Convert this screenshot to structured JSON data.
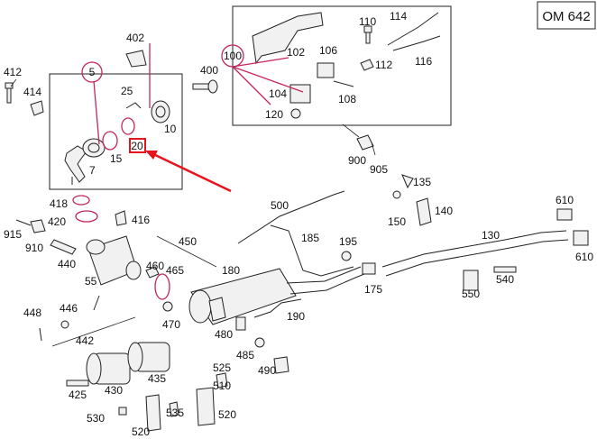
{
  "engine_label": "OM 642",
  "group_labels": {
    "group_5": "5",
    "group_100": "100"
  },
  "highlight_label": "20",
  "callouts": {
    "c402": "402",
    "c412": "412",
    "c414": "414",
    "c25": "25",
    "c400": "400",
    "c10": "10",
    "c15": "15",
    "c7": "7",
    "c114": "114",
    "c102": "102",
    "c110": "110",
    "c106": "106",
    "c112": "112",
    "c116": "116",
    "c104": "104",
    "c108": "108",
    "c120": "120",
    "c900": "900",
    "c905": "905",
    "c135": "135",
    "c150": "150",
    "c140": "140",
    "c610a": "610",
    "c610b": "610",
    "c130": "130",
    "c418": "418",
    "c420": "420",
    "c416": "416",
    "c915": "915",
    "c910": "910",
    "c450": "450",
    "c500": "500",
    "c185": "185",
    "c195": "195",
    "c440": "440",
    "c460": "460",
    "c465": "465",
    "c180": "180",
    "c55": "55",
    "c175": "175",
    "c550": "550",
    "c540": "540",
    "c448": "448",
    "c446": "446",
    "c470": "470",
    "c190": "190",
    "c442": "442",
    "c480": "480",
    "c485": "485",
    "c490": "490",
    "c425": "425",
    "c430": "430",
    "c435": "435",
    "c525": "525",
    "c510": "510",
    "c530": "530",
    "c535": "535",
    "c520a": "520",
    "c520b": "520"
  },
  "colors": {
    "highlight": "#c4275a",
    "arrow": "#e8141c",
    "line": "#222222"
  }
}
